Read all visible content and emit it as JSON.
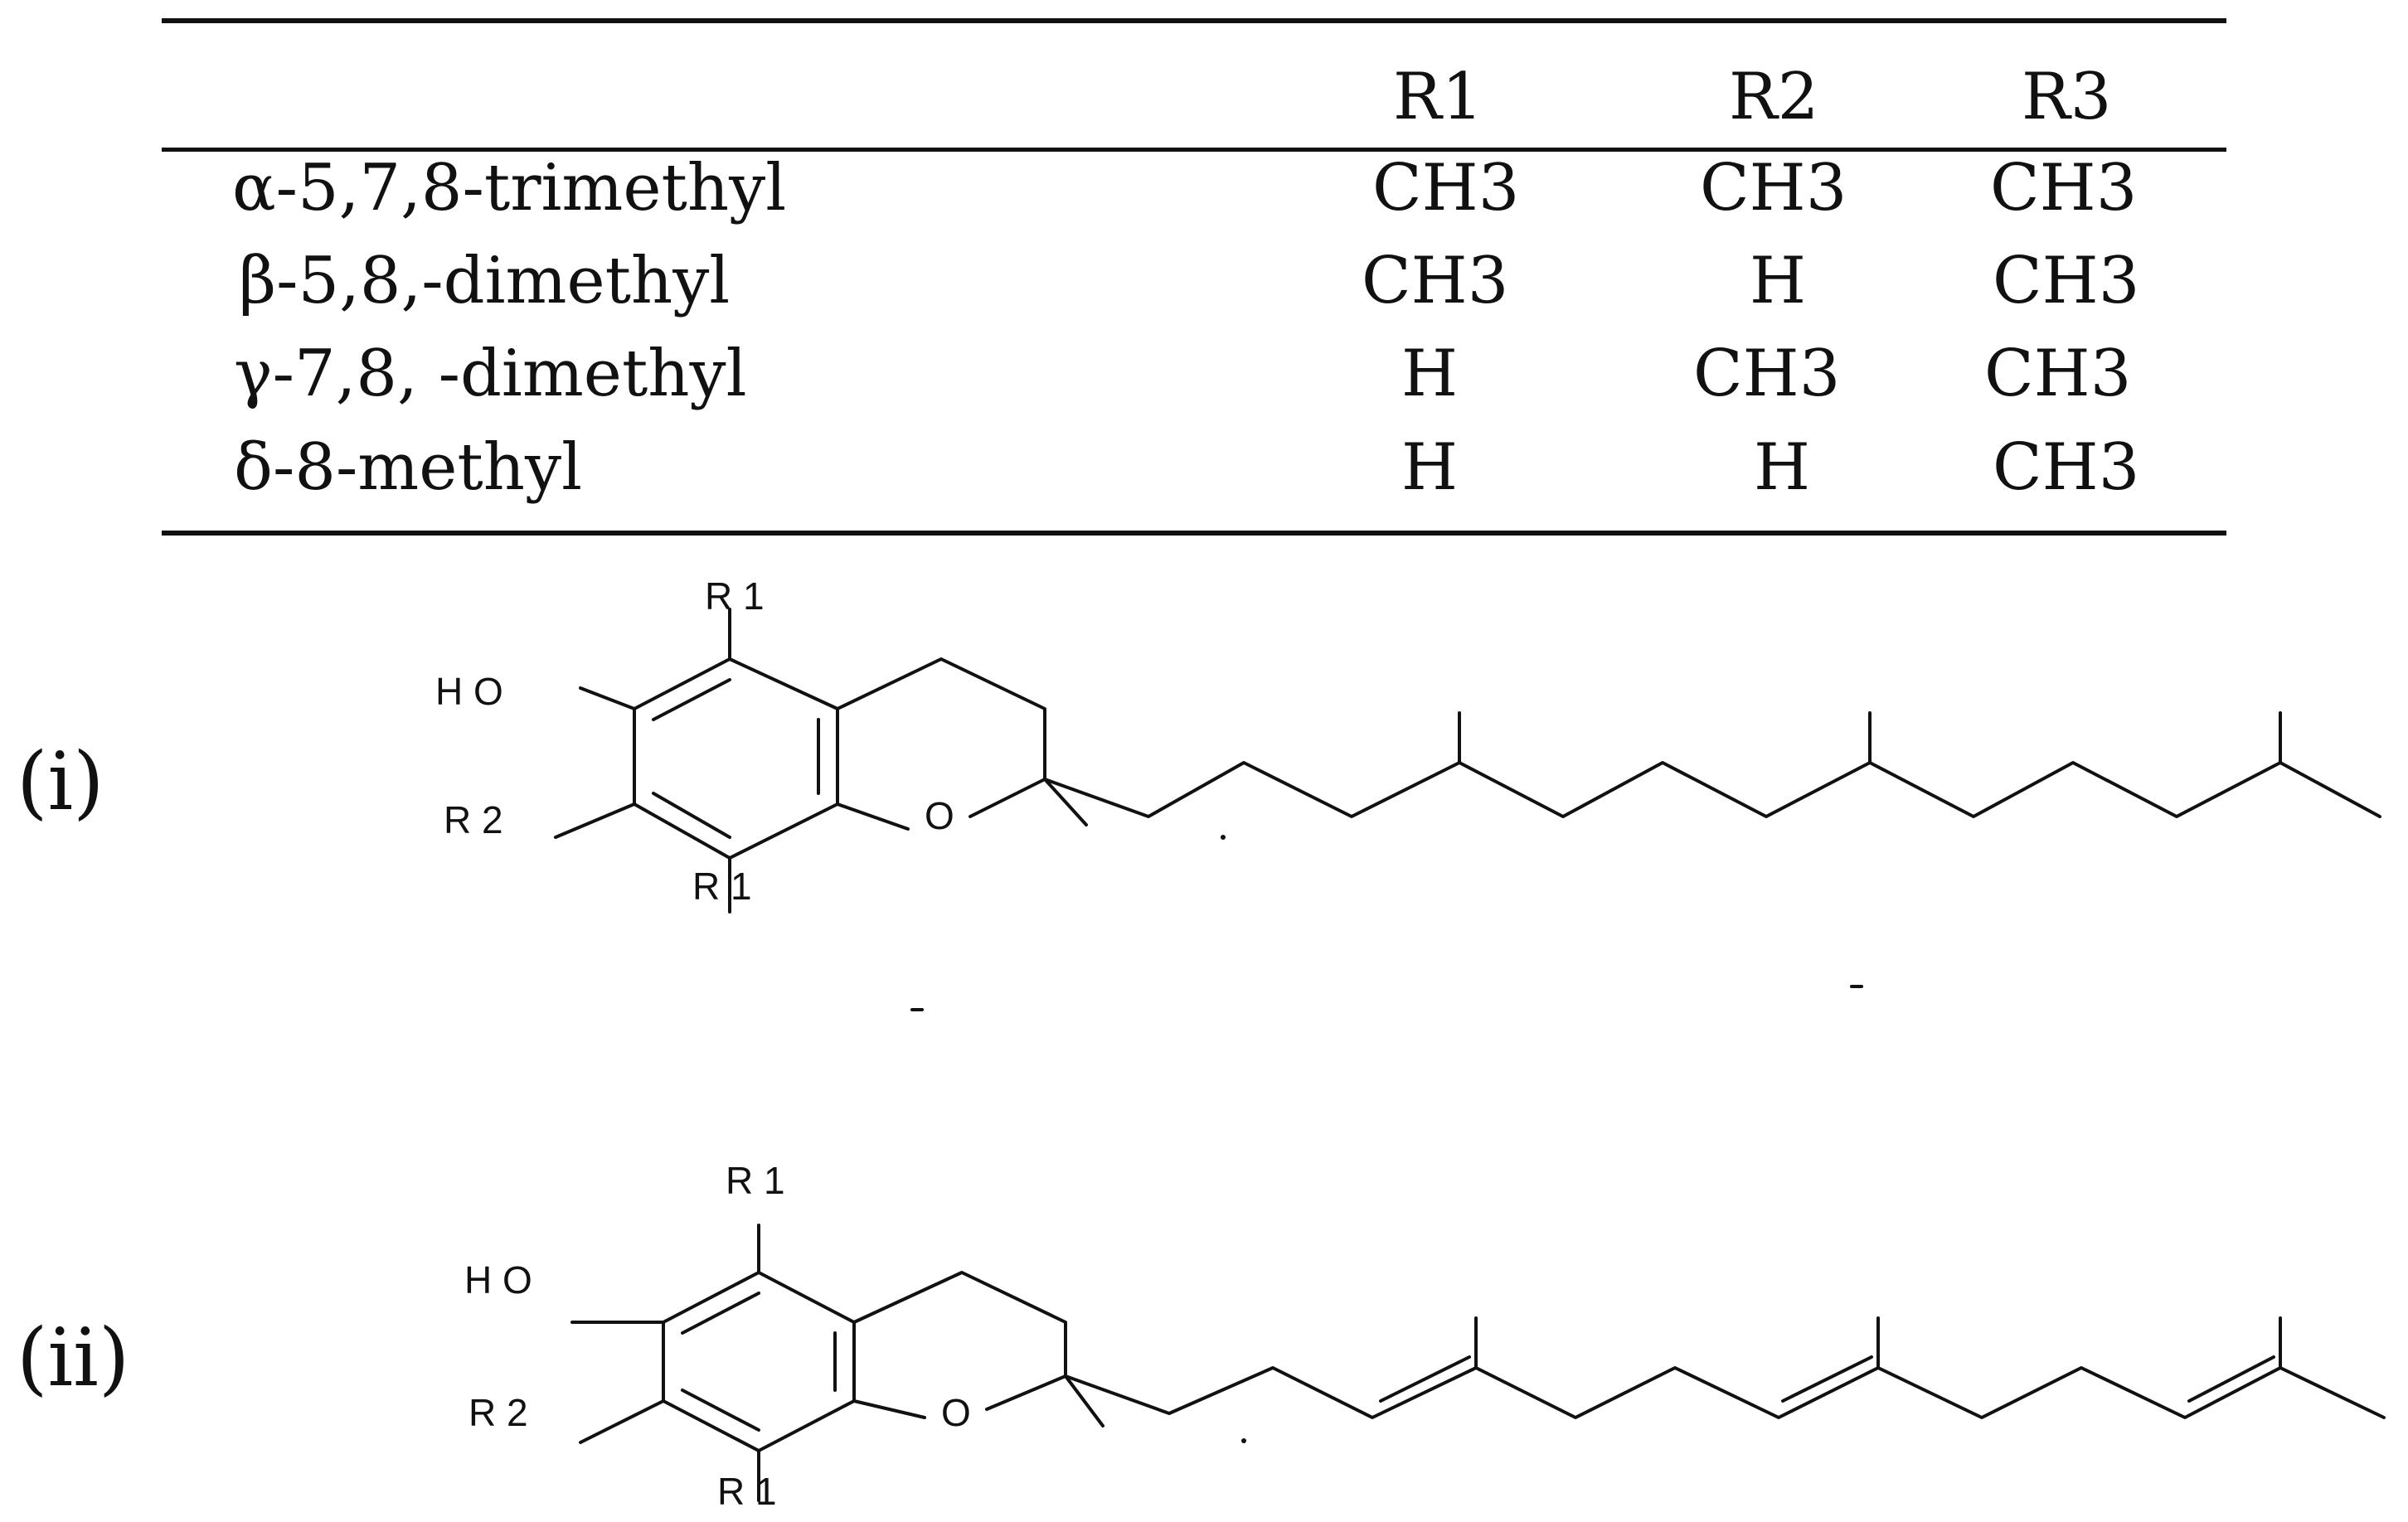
{
  "table": {
    "headers": [
      "",
      "R1",
      "R2",
      "R3"
    ],
    "rows": [
      {
        "name": "α-5,7,8-trimethyl",
        "r1": "CH3",
        "r2": "CH3",
        "r3": "CH3"
      },
      {
        "name": "β-5,8,-dimethyl",
        "r1": "CH3",
        "r2": "H",
        "r3": "CH3"
      },
      {
        "name": "γ-7,8, -dimethyl",
        "r1": "H",
        "r2": "CH3",
        "r3": "CH3"
      },
      {
        "name": "δ-8-methyl",
        "r1": "H",
        "r2": "H",
        "r3": "CH3"
      }
    ]
  },
  "structures": [
    {
      "label": "(i)",
      "ho": "H O",
      "r1_top": "R 1",
      "r2": "R 2",
      "r1_bottom": "R 1",
      "o": "O"
    },
    {
      "label": "(ii)",
      "ho": "H O",
      "r1_top": "R 1",
      "r2": "R 2",
      "r1_bottom": "R 1",
      "o": "O"
    }
  ]
}
